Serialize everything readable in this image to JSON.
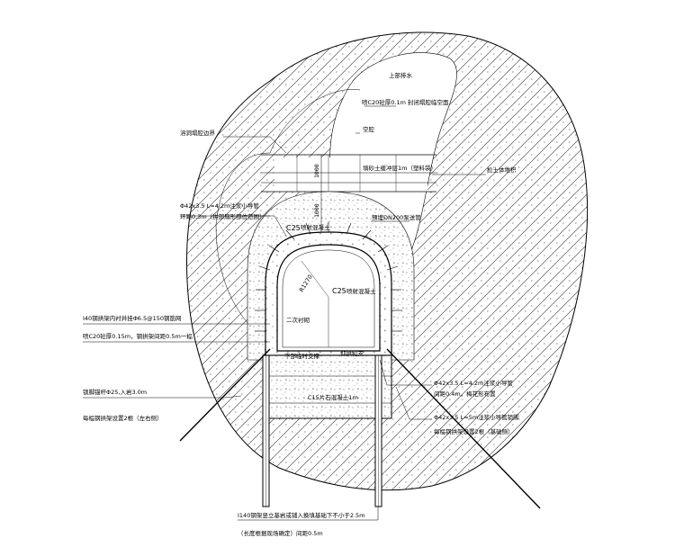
{
  "labels": {
    "upper_drain": "上部排水",
    "spray_c20_top": "喷C20砼厚0.1m 封闭塌腔临空面",
    "cavity_left": "溶洞塌腔边界",
    "void": "空腔",
    "sand_cushion": "填砂土缓冲层1m（塑料袋）",
    "loose_soil": "松土体堆积",
    "dim_1000_a": "1000",
    "dim_1000_b": "1000",
    "pipe_42_top_a": "Φ42x3.5 L=4.2m注浆小导管",
    "pipe_42_top_b": "环距0.3m（拱部扇形部位范围）",
    "c25_left": "C25",
    "c25_left_small": "喷射混凝土",
    "pump_pipe": "预埋DN200泵送管",
    "c25_inner": "C25",
    "c25_inner_small": "喷射混凝土",
    "radius": "R1270",
    "i40_a": "I40钢拱架内衬并挂Φ6.5@150钢筋网",
    "i40_b": "喷C20砼厚0.15m，钢拱架间距0.5m一榀",
    "second_lining": "二次衬砌",
    "temp_steel": "下部临时支撑",
    "inverted_arch": "仰拱初支",
    "foot_lock_a": "锁脚锚杆Φ25,入岩3.0m",
    "foot_lock_b": "每榀钢拱架设置2根（左右侧）",
    "fill_1m": "C15片石混凝土1m",
    "pipe_42_mid_a": "Φ42x3.5 L=4.2m注浆小导管",
    "pipe_42_mid_b": "间距0.4m，梅花形布置",
    "pipe_42_low_a": "Φ42x3.5 L=5m注浆小导管锁脚",
    "pipe_42_low_b": "每榀钢拱架设置2根（基础侧）",
    "i140_a": "I140钢架竖立基岩或铺入换填基础下不小于2.5m",
    "i140_b": "（长度根据现场确定）间距0.5m"
  }
}
